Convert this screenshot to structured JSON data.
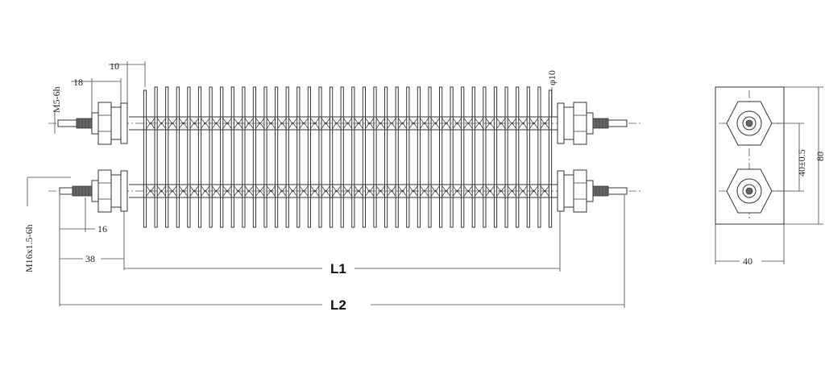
{
  "fin_count": 38,
  "labels": {
    "dim_10": "10",
    "dim_18": "18",
    "thread_m5": "M5-6h",
    "dia_10": "φ10",
    "thread_m16": "M16x1.5-6h",
    "dim_16": "16",
    "dim_38": "38",
    "length_l1": "L1",
    "length_l2": "L2",
    "spacing_40": "40±0.5",
    "height_80": "80",
    "width_40": "40"
  }
}
